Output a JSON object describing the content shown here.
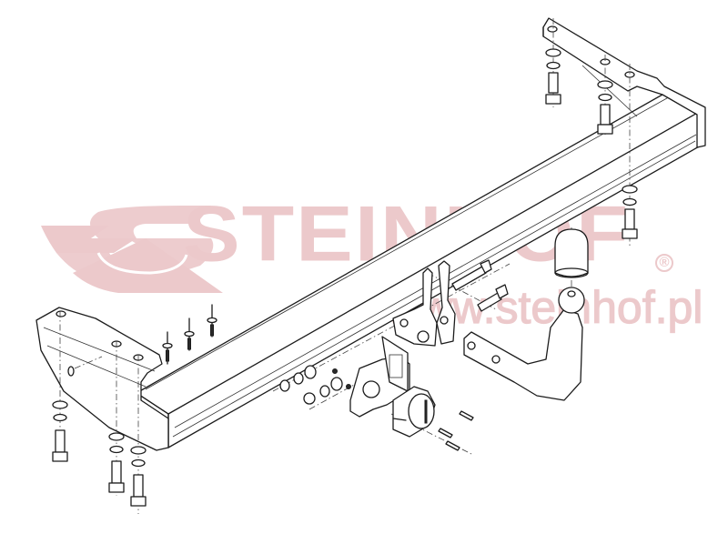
{
  "diagram": {
    "type": "exploded-assembly",
    "subject": "tow bar (towing hitch) installation kit",
    "watermark": {
      "brand": "STEINHOF",
      "registered_mark": "®",
      "url": "www.steinhof.pl",
      "color": "#ecc9cb"
    },
    "line_color": "#1c1c1c",
    "background": "#ffffff",
    "components": [
      {
        "id": "crossbar",
        "label": "main crossbar beam"
      },
      {
        "id": "left-bracket",
        "label": "left side mounting bracket"
      },
      {
        "id": "right-bracket",
        "label": "right side mounting bracket"
      },
      {
        "id": "tow-ball-arm",
        "label": "swan-neck tow ball arm"
      },
      {
        "id": "ball-cap",
        "label": "tow ball cover cap"
      },
      {
        "id": "mount-plate",
        "label": "tow ball mounting plate"
      },
      {
        "id": "socket-plate",
        "label": "electrical socket plate"
      },
      {
        "id": "electrical-socket",
        "label": "13-pin electrical socket"
      },
      {
        "id": "hex-bolts",
        "label": "hex bolts with washers"
      },
      {
        "id": "rivet-nuts",
        "label": "rivet studs"
      },
      {
        "id": "nuts-washers",
        "label": "nuts and washers"
      },
      {
        "id": "socket-screws",
        "label": "socket screws"
      }
    ]
  }
}
